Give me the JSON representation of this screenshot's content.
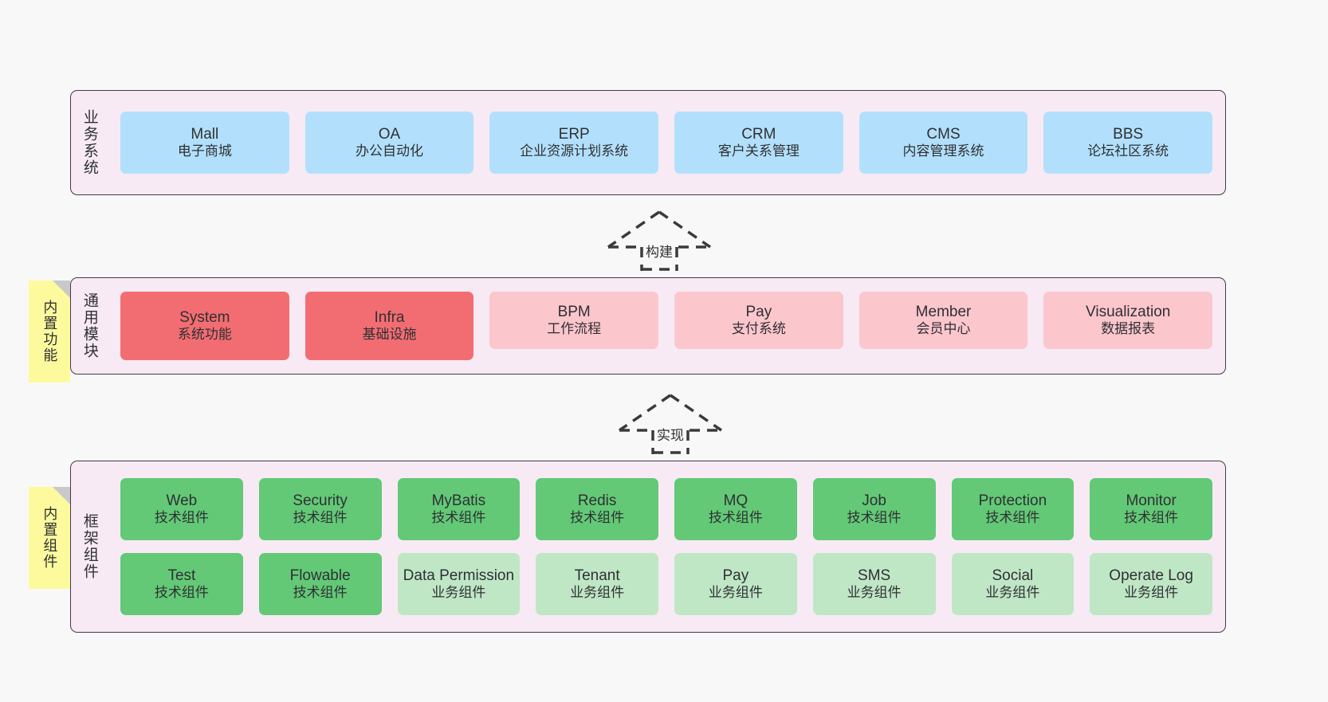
{
  "colors": {
    "panel_bg": "#f7eaf4",
    "panel_border": "#433b47",
    "blue": "#b2e0fc",
    "red_strong": "#f26d72",
    "red_light": "#fcc6cd",
    "green_strong": "#63c977",
    "green_light": "#bfe7c6",
    "sticky": "#fdfa9e",
    "canvas_bg": "#f8f8f8",
    "text": "#2f3033"
  },
  "layers": [
    {
      "id": "business-system",
      "title": "业务系统",
      "rows": [
        {
          "nodes": [
            {
              "name": "Mall",
              "desc": "电子商城"
            },
            {
              "name": "OA",
              "desc": "办公自动化"
            },
            {
              "name": "ERP",
              "desc": "企业资源计划系统"
            },
            {
              "name": "CRM",
              "desc": "客户关系管理"
            },
            {
              "name": "CMS",
              "desc": "内容管理系统"
            },
            {
              "name": "BBS",
              "desc": "论坛社区系统"
            }
          ]
        }
      ]
    },
    {
      "id": "common-module",
      "title": "通用模块",
      "sticky": "内置功能",
      "rows": [
        {
          "nodes": [
            {
              "name": "System",
              "desc": "系统功能",
              "emphasis": "strong"
            },
            {
              "name": "Infra",
              "desc": "基础设施",
              "emphasis": "strong"
            },
            {
              "name": "BPM",
              "desc": "工作流程",
              "emphasis": "light"
            },
            {
              "name": "Pay",
              "desc": "支付系统",
              "emphasis": "light"
            },
            {
              "name": "Member",
              "desc": "会员中心",
              "emphasis": "light"
            },
            {
              "name": "Visualization",
              "desc": "数据报表",
              "emphasis": "light"
            }
          ]
        }
      ]
    },
    {
      "id": "framework-component",
      "title": "框架组件",
      "sticky": "内置组件",
      "rows": [
        {
          "nodes": [
            {
              "name": "Web",
              "desc": "技术组件",
              "emphasis": "strong"
            },
            {
              "name": "Security",
              "desc": "技术组件",
              "emphasis": "strong"
            },
            {
              "name": "MyBatis",
              "desc": "技术组件",
              "emphasis": "strong"
            },
            {
              "name": "Redis",
              "desc": "技术组件",
              "emphasis": "strong"
            },
            {
              "name": "MQ",
              "desc": "技术组件",
              "emphasis": "strong"
            },
            {
              "name": "Job",
              "desc": "技术组件",
              "emphasis": "strong"
            },
            {
              "name": "Protection",
              "desc": "技术组件",
              "emphasis": "strong"
            },
            {
              "name": "Monitor",
              "desc": "技术组件",
              "emphasis": "strong"
            }
          ]
        },
        {
          "nodes": [
            {
              "name": "Test",
              "desc": "技术组件",
              "emphasis": "strong"
            },
            {
              "name": "Flowable",
              "desc": "技术组件",
              "emphasis": "strong"
            },
            {
              "name": "Data Permission",
              "desc": "业务组件",
              "emphasis": "light"
            },
            {
              "name": "Tenant",
              "desc": "业务组件",
              "emphasis": "light"
            },
            {
              "name": "Pay",
              "desc": "业务组件",
              "emphasis": "light"
            },
            {
              "name": "SMS",
              "desc": "业务组件",
              "emphasis": "light"
            },
            {
              "name": "Social",
              "desc": "业务组件",
              "emphasis": "light"
            },
            {
              "name": "Operate Log",
              "desc": "业务组件",
              "emphasis": "light"
            }
          ]
        }
      ]
    }
  ],
  "connectors": [
    {
      "id": "build-arrow",
      "label": "构建"
    },
    {
      "id": "implement-arrow",
      "label": "实现"
    }
  ]
}
